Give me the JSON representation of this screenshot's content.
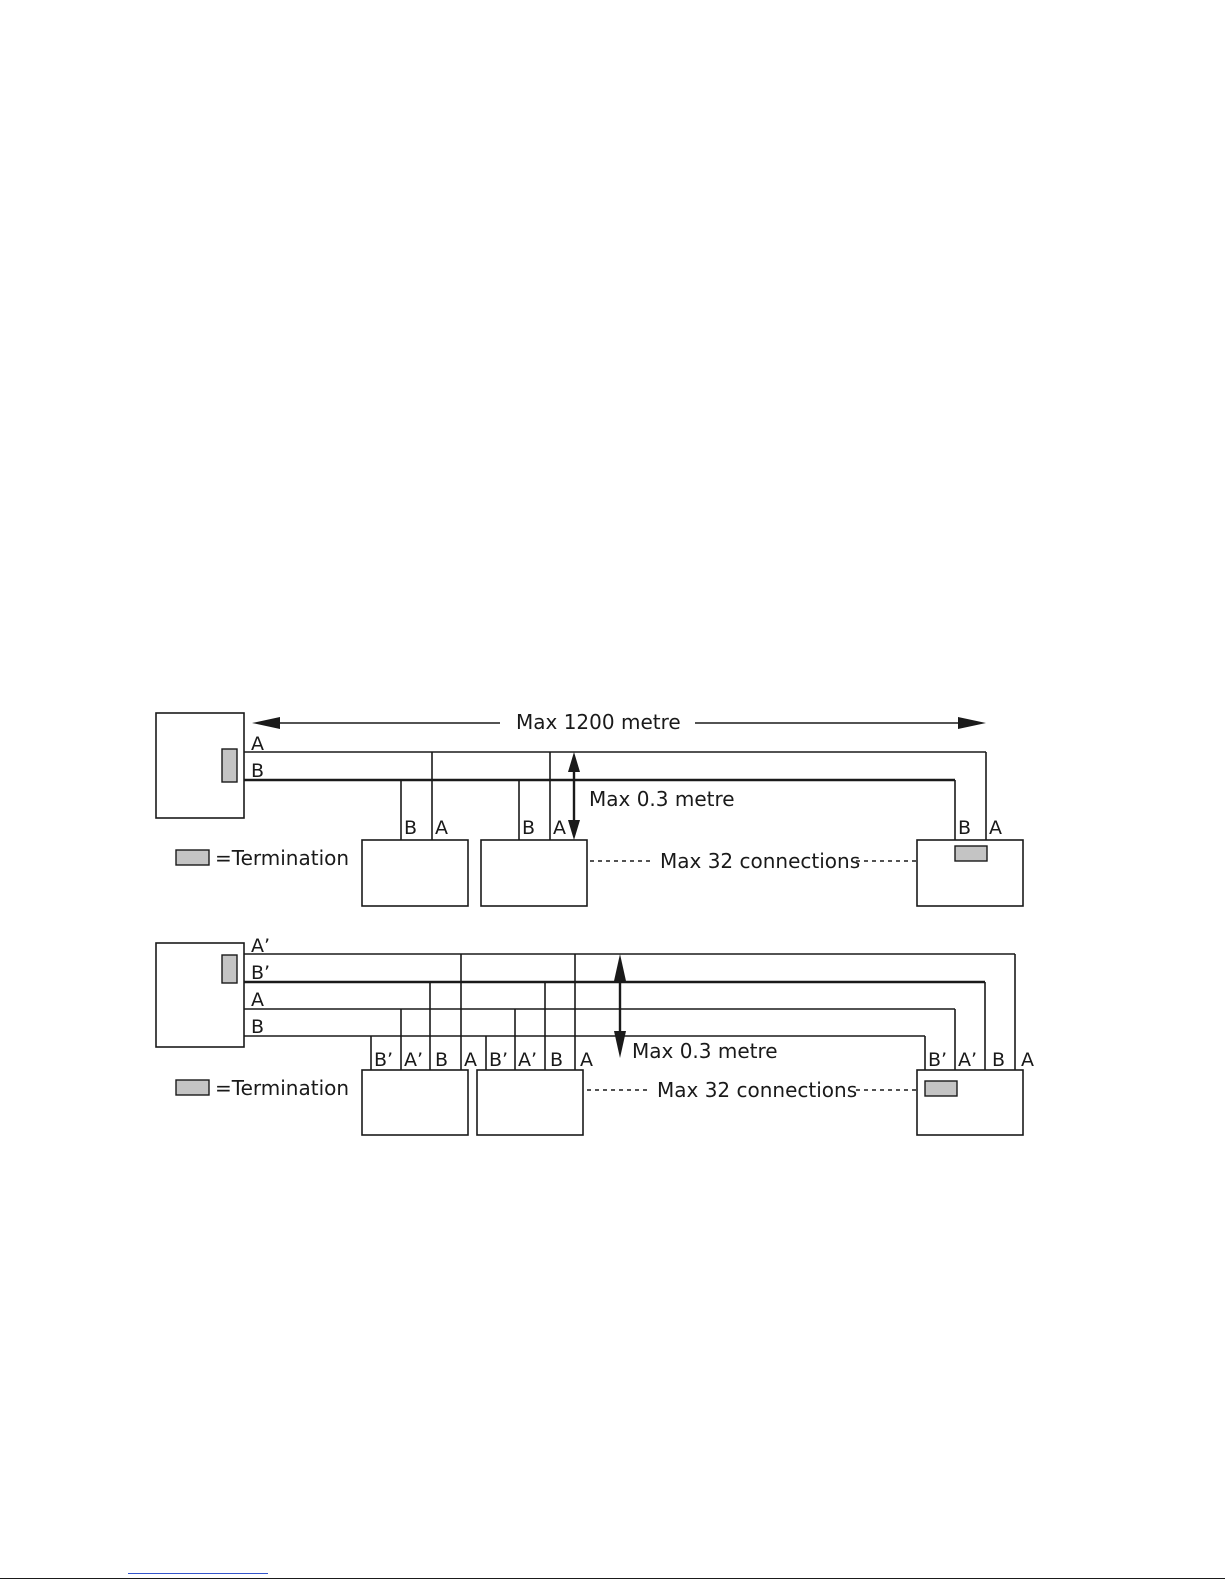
{
  "diagram1": {
    "span_label": "Max 1200 metre",
    "stub_label": "Max 0.3 metre",
    "connections_label": "Max 32 connections",
    "legend_label": "=Termination",
    "master_labels": {
      "a": "A",
      "b": "B"
    },
    "node_labels": {
      "b": "B",
      "a": "A"
    }
  },
  "diagram2": {
    "stub_label": "Max 0.3 metre",
    "connections_label": "Max 32 connections",
    "legend_label": "=Termination",
    "master_labels": {
      "a_prime": "A’",
      "b_prime": "B’",
      "a": "A",
      "b": "B"
    },
    "node_labels": {
      "b_prime": "B’",
      "a_prime": "A’",
      "b": "B",
      "a": "A"
    }
  }
}
